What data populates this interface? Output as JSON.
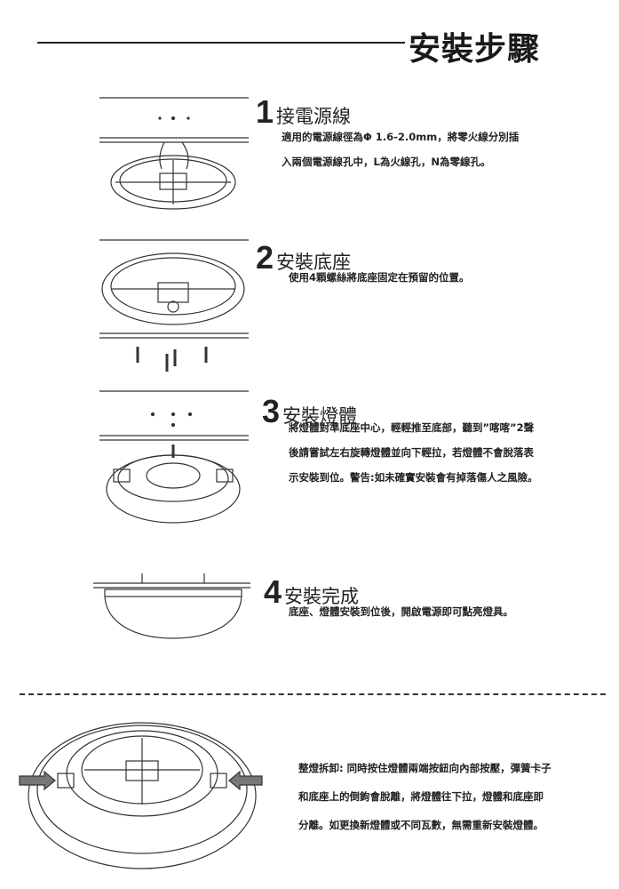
{
  "header": {
    "title": "安裝步驟"
  },
  "steps": [
    {
      "number": "1",
      "title": "接電源線",
      "lines": [
        "適用的電源線徑為Φ 1.6-2.0mm，將零火線分別插",
        "入兩個電源線孔中，L為火線孔，N為零線孔。"
      ]
    },
    {
      "number": "2",
      "title": "安裝底座",
      "lines": [
        "使用4顆螺絲將底座固定在預留的位置。"
      ]
    },
    {
      "number": "3",
      "title": "安裝燈體",
      "lines": [
        "將燈體對準底座中心，輕輕推至底部，聽到”喀喀”2聲",
        "後請嘗試左右旋轉燈體並向下輕拉，若燈體不會脫落表",
        "示安裝到位。警告:如未確實安裝會有掉落傷人之風險。"
      ]
    },
    {
      "number": "4",
      "title": "安裝完成",
      "lines": [
        "底座、燈體安裝到位後，開啟電源即可點亮燈具。"
      ]
    }
  ],
  "removal": {
    "lines": [
      "整燈拆卸: 同時按住燈體兩端按鈕向內部按壓，彈簧卡子",
      "和底座上的倒鉤會脫離，將燈體往下拉，燈體和底座即",
      "分離。如更換新燈體或不同瓦數，無需重新安裝燈體。"
    ]
  }
}
